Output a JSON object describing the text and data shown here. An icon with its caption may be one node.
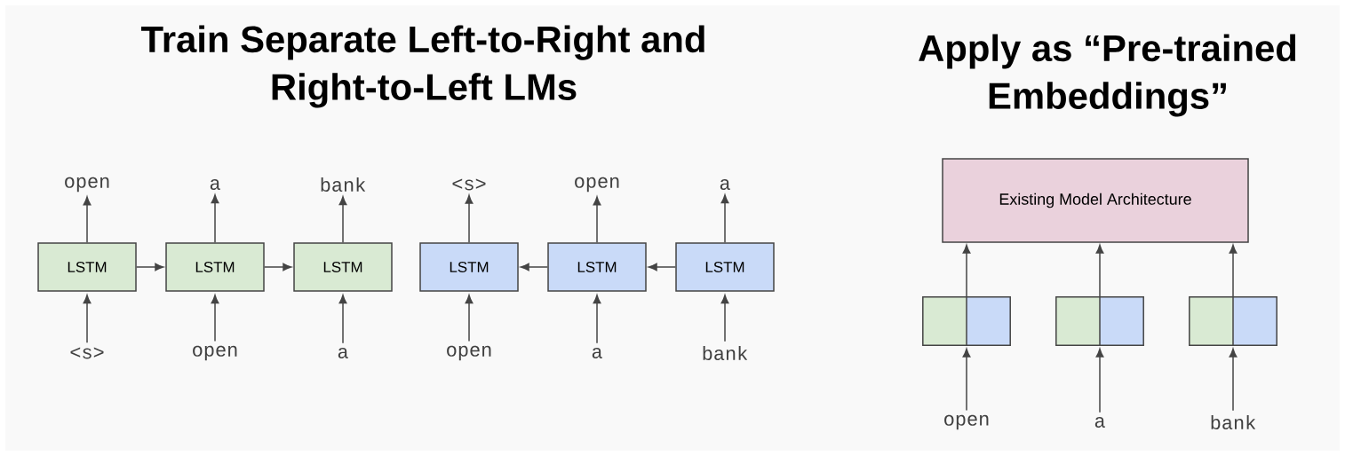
{
  "diagram": {
    "nodes": [
      {
        "text": [
          "open"
        ]
      },
      {
        "text": [
          "a"
        ]
      },
      {
        "text": [
          "bank"
        ]
      },
      {
        "text": [
          "<s>"
        ]
      },
      {
        "text": [
          "open"
        ]
      },
      {
        "text": [
          "a"
        ]
      },
      {
        "text": [
          "LSTM"
        ]
      },
      {
        "text": [
          "LSTM"
        ]
      },
      {
        "text": [
          "LSTM"
        ]
      },
      {
        "text": [
          "LSTM"
        ]
      },
      {
        "text": [
          "LSTM"
        ]
      },
      {
        "text": [
          "LSTM"
        ]
      },
      {
        "text": [
          "<s>"
        ]
      },
      {
        "text": [
          "open"
        ]
      },
      {
        "text": [
          "a"
        ]
      },
      {
        "text": [
          "open"
        ]
      },
      {
        "text": [
          "a"
        ]
      },
      {
        "text": [
          "bank"
        ]
      },
      {
        "text": [
          "Existing Model Architecture"
        ]
      },
      {
        "text": [],
        "shape": "box"
      },
      {
        "text": [],
        "shape": "box"
      },
      {
        "text": [],
        "shape": "box"
      },
      {
        "text": [
          "open"
        ]
      },
      {
        "text": [
          "a"
        ]
      },
      {
        "text": [
          "bank"
        ]
      }
    ],
    "edges": [
      {
        "from": 6,
        "to": 0,
        "arrow": "to"
      },
      {
        "from": 7,
        "to": 1,
        "arrow": "to"
      },
      {
        "from": 8,
        "to": 2,
        "arrow": "to"
      },
      {
        "from": 9,
        "to": 3,
        "arrow": "to"
      },
      {
        "from": 10,
        "to": 4,
        "arrow": "to"
      },
      {
        "from": 11,
        "to": 5,
        "arrow": "to"
      },
      {
        "from": 6,
        "to": 7,
        "arrow": "to"
      },
      {
        "from": 7,
        "to": 8,
        "arrow": "to"
      },
      {
        "from": 11,
        "to": 10,
        "arrow": "to"
      },
      {
        "from": 10,
        "to": 9,
        "arrow": "to"
      },
      {
        "from": 12,
        "to": 6,
        "arrow": "to"
      },
      {
        "from": 13,
        "to": 7,
        "arrow": "to"
      },
      {
        "from": 14,
        "to": 8,
        "arrow": "to"
      },
      {
        "from": 15,
        "to": 9,
        "arrow": "to"
      },
      {
        "from": 16,
        "to": 10,
        "arrow": "to"
      },
      {
        "from": 17,
        "to": 11,
        "arrow": "to"
      },
      {
        "from": 19,
        "to": 18,
        "arrow": "to"
      },
      {
        "from": 20,
        "to": 18,
        "arrow": "to"
      },
      {
        "from": 21,
        "to": 18,
        "arrow": "to"
      },
      {
        "from": 22,
        "to": 19,
        "arrow": "to"
      },
      {
        "from": 23,
        "to": 20,
        "arrow": "to"
      },
      {
        "from": 24,
        "to": 21,
        "arrow": "to"
      }
    ],
    "labels": [
      "Train Separate Left-to-Right and Right-to-Left LMs",
      "Apply as “Pre-trained Embeddings”"
    ]
  }
}
